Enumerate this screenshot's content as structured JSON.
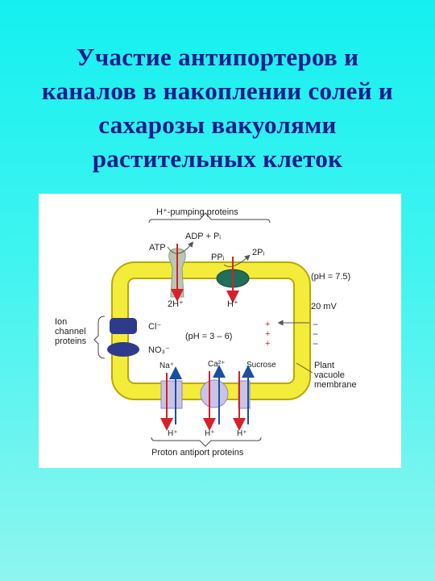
{
  "slide": {
    "title": "Участие антипортеров и\nканалов в накоплении солей и\nсахарозы вакуолями\nрастительных клеток"
  },
  "diagram": {
    "h_pumping_label": "H⁺-pumping proteins",
    "atp": "ATP",
    "adp_pi": "ADP + Pᵢ",
    "pp": "PPᵢ",
    "two_pi": "2Pᵢ",
    "two_h": "2H⁺",
    "h_plus_pump": "H⁺",
    "ph_outside": "(pH = 7.5)",
    "ph_inside": "(pH = 3 – 6)",
    "voltage": "20 mV",
    "ion_channel_label": "Ion\nchannel\nproteins",
    "cl": "Cl⁻",
    "no3": "NO₃⁻",
    "na": "Na⁺",
    "ca": "Ca²⁺",
    "sucrose": "Sucrose",
    "h1": "H⁺",
    "h2": "H⁺",
    "h3": "H⁺",
    "plus_signs": [
      "+",
      "+",
      "+"
    ],
    "minus_signs": [
      "−",
      "−",
      "−"
    ],
    "membrane_label": "Plant\nvacuole\nmembrane",
    "antiport_label": "Proton antiport proteins"
  },
  "colors": {
    "title": "#1a1a8c",
    "membrane_fill": "#f4ec3a",
    "membrane_edge": "#b8a800",
    "arrow_red": "#d6202a",
    "arrow_blue": "#1a4fa0",
    "channel_blue": "#2e3a8c",
    "pp_pump": "#1f6f5a",
    "atp_pump": "#b9c8b0",
    "antiporter": "#c9c4e6"
  }
}
